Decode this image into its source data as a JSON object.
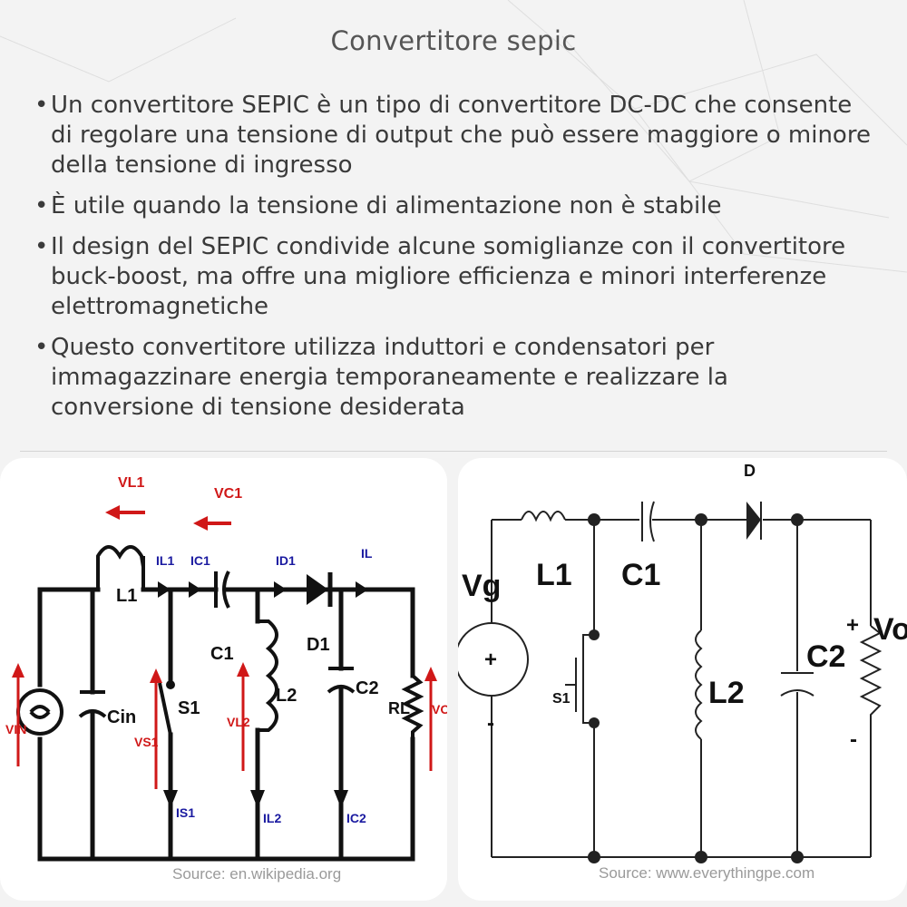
{
  "title": "Convertitore sepic",
  "bullets": [
    "Un convertitore SEPIC è un tipo di convertitore DC-DC che consente di regolare una tensione di output che può essere maggiore o minore della tensione di ingresso",
    "È utile quando la tensione di alimentazione non è stabile",
    "Il design del SEPIC condivide alcune somiglianze con il convertitore buck-boost, ma offre una migliore efficienza e minori interferenze elettromagnetiche",
    "Questo convertitore utilizza induttori e condensatori per immagazzinare energia temporaneamente e realizzare la conversione di tensione desiderata"
  ],
  "left_diagram": {
    "source": "Source: en.wikipedia.org",
    "labels": {
      "vl1": "VL1",
      "vc1": "VC1",
      "l1": "L1",
      "il1": "IL1",
      "ic1": "IC1",
      "id1": "ID1",
      "il": "IL",
      "c1": "C1",
      "d1": "D1",
      "vin": "VIN",
      "cin": "Cin",
      "s1": "S1",
      "vs1": "VS1",
      "vl2": "VL2",
      "l2": "L2",
      "c2": "C2",
      "rl": "RL",
      "vo": "VO",
      "is1": "IS1",
      "il2": "IL2",
      "ic2": "IC2"
    },
    "colors": {
      "wire": "#111111",
      "current": "#1a1aa0",
      "voltage": "#d01818"
    }
  },
  "right_diagram": {
    "source": "Source: www.everythingpe.com",
    "labels": {
      "d": "D",
      "vg": "Vg",
      "l1": "L1",
      "c1": "C1",
      "s1": "S1",
      "l2": "L2",
      "c2": "C2",
      "vo": "Vo",
      "plus": "+",
      "minus": "-"
    }
  }
}
